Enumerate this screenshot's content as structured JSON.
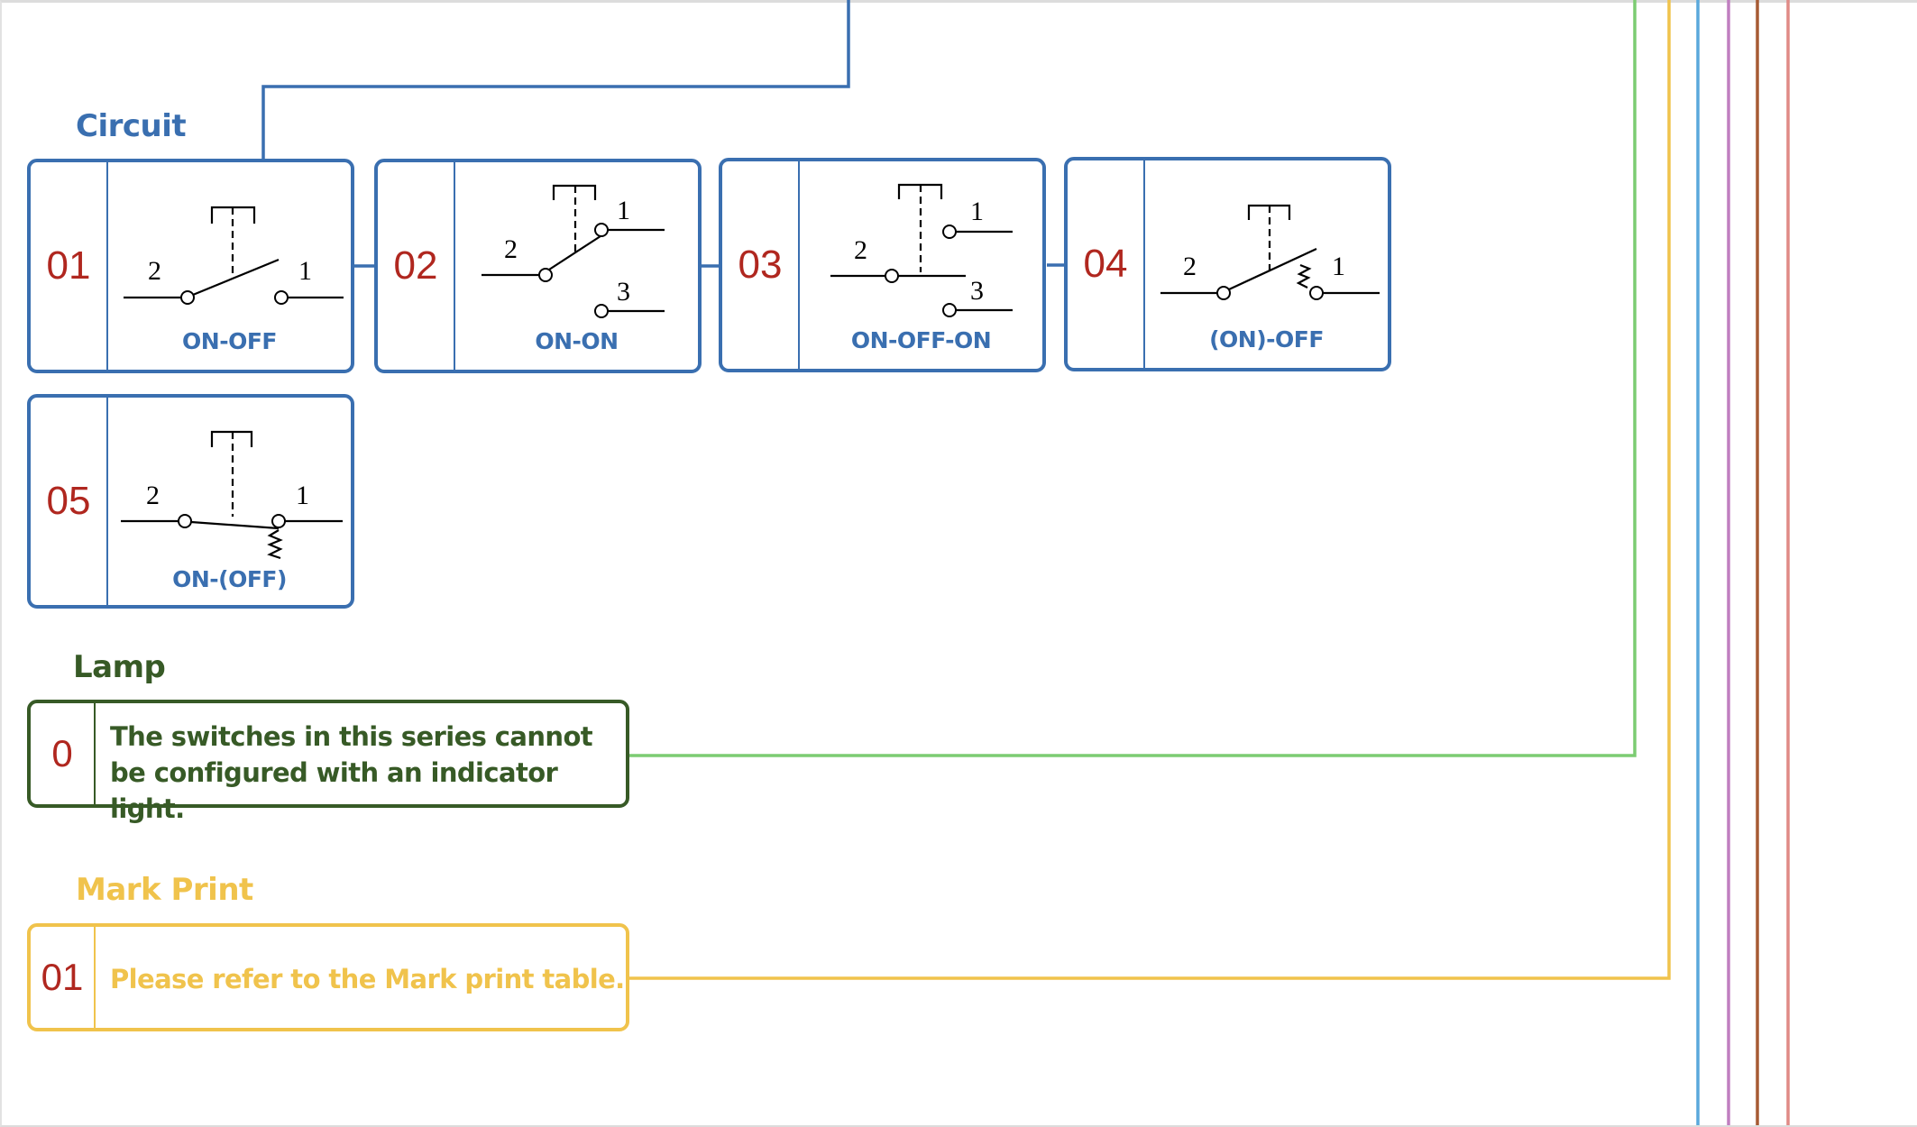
{
  "colors": {
    "circuit": "#3a6fb0",
    "code_number": "#b0271f",
    "lamp": "#375a26",
    "mark_print": "#f0c34c",
    "lamp_line": "#7ccc72",
    "line_blue": "#5aa9dc",
    "line_purple": "#c07ec0",
    "line_brown": "#a65a33",
    "line_pink": "#e08a86"
  },
  "circuit": {
    "title": "Circuit",
    "options": [
      {
        "code": "01",
        "mode": "ON-OFF",
        "symbol": "spst-toggle",
        "terminals": [
          "2",
          "1"
        ]
      },
      {
        "code": "02",
        "mode": "ON-ON",
        "symbol": "spdt-toggle",
        "terminals": [
          "2",
          "1",
          "3"
        ]
      },
      {
        "code": "03",
        "mode": "ON-OFF-ON",
        "symbol": "spdt-center-off",
        "terminals": [
          "2",
          "1",
          "3"
        ]
      },
      {
        "code": "04",
        "mode": "(ON)-OFF",
        "symbol": "momentary-on",
        "terminals": [
          "2",
          "1"
        ]
      },
      {
        "code": "05",
        "mode": "ON-(OFF)",
        "symbol": "momentary-off",
        "terminals": [
          "2",
          "1"
        ]
      }
    ]
  },
  "lamp": {
    "title": "Lamp",
    "options": [
      {
        "code": "0",
        "description": "The switches in this series cannot be configured with an indicator light."
      }
    ]
  },
  "mark_print": {
    "title": "Mark Print",
    "options": [
      {
        "code": "01",
        "description": "Please refer to the Mark print table."
      }
    ]
  }
}
